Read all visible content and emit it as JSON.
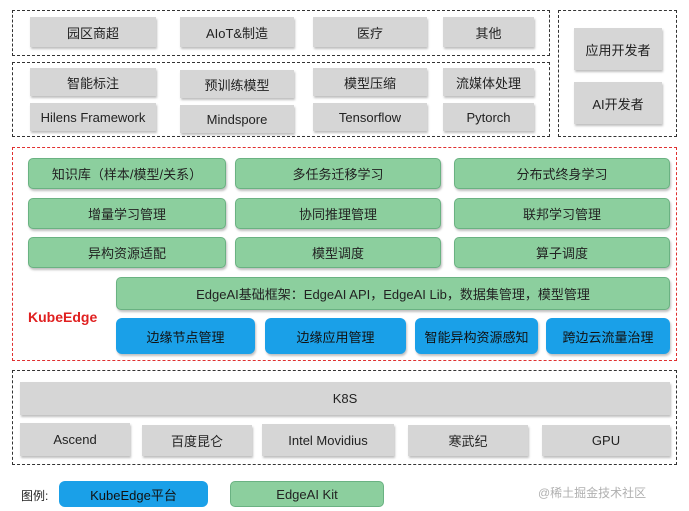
{
  "top_row": [
    "园区商超",
    "AIoT&制造",
    "医疗",
    "其他"
  ],
  "developers": [
    "应用开发者",
    "AI开发者"
  ],
  "model_rows": {
    "row1": [
      "智能标注",
      "预训练模型",
      "模型压缩",
      "流媒体处理"
    ],
    "row2": [
      "Hilens Framework",
      "Mindspore",
      "Tensorflow",
      "Pytorch"
    ]
  },
  "kubeedge": {
    "label": "KubeEdge",
    "green_rows": [
      [
        "知识库（样本/模型/关系）",
        "多任务迁移学习",
        "分布式终身学习"
      ],
      [
        "增量学习管理",
        "协同推理管理",
        "联邦学习管理"
      ],
      [
        "异构资源适配",
        "模型调度",
        "算子调度"
      ]
    ],
    "framework": "EdgeAI基础框架：EdgeAI API，EdgeAI Lib，数据集管理，模型管理",
    "blue_row": [
      "边缘节点管理",
      "边缘应用管理",
      "智能异构资源感知",
      "跨边云流量治理"
    ]
  },
  "infra": {
    "k8s": "K8S",
    "hardware": [
      "Ascend",
      "百度昆仑",
      "Intel Movidius",
      "寒武纪",
      "GPU"
    ]
  },
  "legend": {
    "title": "图例:",
    "kubeedge_platform": "KubeEdge平台",
    "edgeai_kit": "EdgeAI Kit"
  },
  "watermark": "@稀土掘金技术社区",
  "colors": {
    "green": "#8ccf9e",
    "blue": "#1aa0e8",
    "gray": "#d6d6d6",
    "red_border": "#e03030"
  }
}
